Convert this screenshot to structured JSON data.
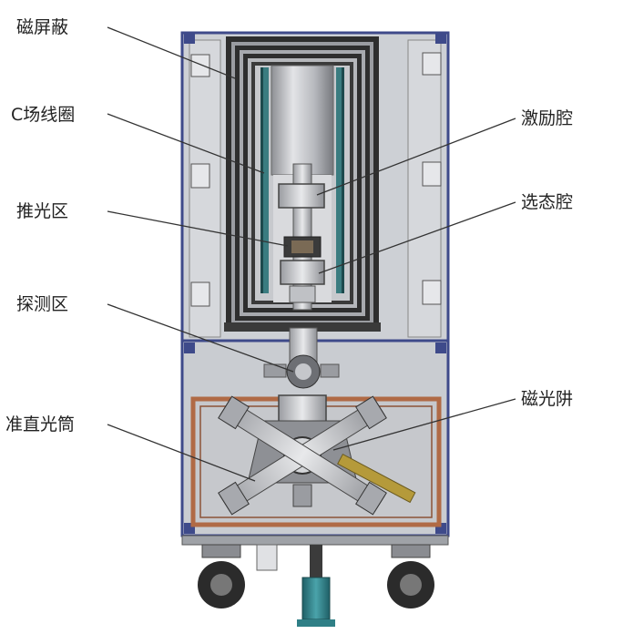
{
  "labels": {
    "magnetic_shield": "磁屏蔽",
    "c_field_coil": "C场线圈",
    "pumping_zone": "推光区",
    "detection_zone": "探测区",
    "collimator_tube": "准直光筒",
    "excitation_cavity": "激励腔",
    "state_selection_cavity": "选态腔",
    "magneto_optical_trap": "磁光阱"
  },
  "colors": {
    "frame": "#3e4a8a",
    "panel": "#cfd1d6",
    "shield_dark": "#3a3a3a",
    "coil": "#3a7c80",
    "chamber_copper": "#b06a45",
    "brass": "#b59a3a",
    "pedestal": "#2f7f86"
  }
}
